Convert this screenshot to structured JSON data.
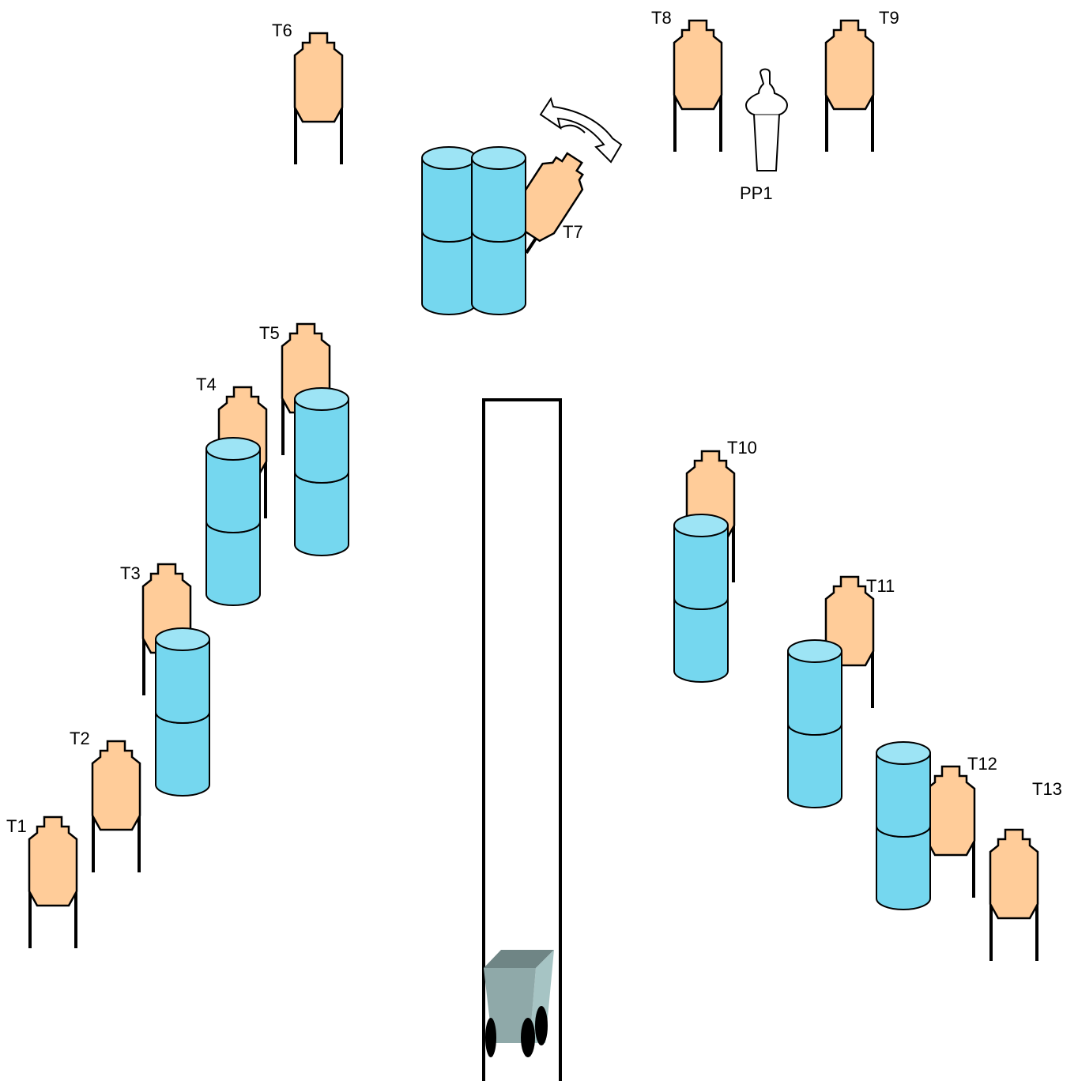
{
  "colors": {
    "target_fill": "#ffcc99",
    "barrel_fill": "#75d7ef",
    "barrel_top": "#9de4f5",
    "outline": "#000000",
    "cart_front": "#8fa9a9",
    "cart_side": "#a6c4c4",
    "cart_top": "#6f8585"
  },
  "targets": [
    {
      "id": "T1",
      "label": "T1",
      "icon": "paper-target-icon"
    },
    {
      "id": "T2",
      "label": "T2",
      "icon": "paper-target-icon"
    },
    {
      "id": "T3",
      "label": "T3",
      "icon": "paper-target-icon"
    },
    {
      "id": "T4",
      "label": "T4",
      "icon": "paper-target-icon"
    },
    {
      "id": "T5",
      "label": "T5",
      "icon": "paper-target-icon"
    },
    {
      "id": "T6",
      "label": "T6",
      "icon": "paper-target-icon"
    },
    {
      "id": "T7",
      "label": "T7",
      "icon": "swinging-target-icon"
    },
    {
      "id": "T8",
      "label": "T8",
      "icon": "paper-target-icon"
    },
    {
      "id": "T9",
      "label": "T9",
      "icon": "paper-target-icon"
    },
    {
      "id": "T10",
      "label": "T10",
      "icon": "paper-target-icon"
    },
    {
      "id": "T11",
      "label": "T11",
      "icon": "paper-target-icon"
    },
    {
      "id": "T12",
      "label": "T12",
      "icon": "paper-target-icon"
    },
    {
      "id": "T13",
      "label": "T13",
      "icon": "paper-target-icon"
    }
  ],
  "popper": {
    "id": "PP1",
    "label": "PP1",
    "icon": "popper-icon"
  },
  "icons": {
    "barrel": "barrel-stack-icon",
    "swing_arrow": "swing-arrow-icon",
    "cart": "cart-icon",
    "lane": "shooting-lane"
  }
}
